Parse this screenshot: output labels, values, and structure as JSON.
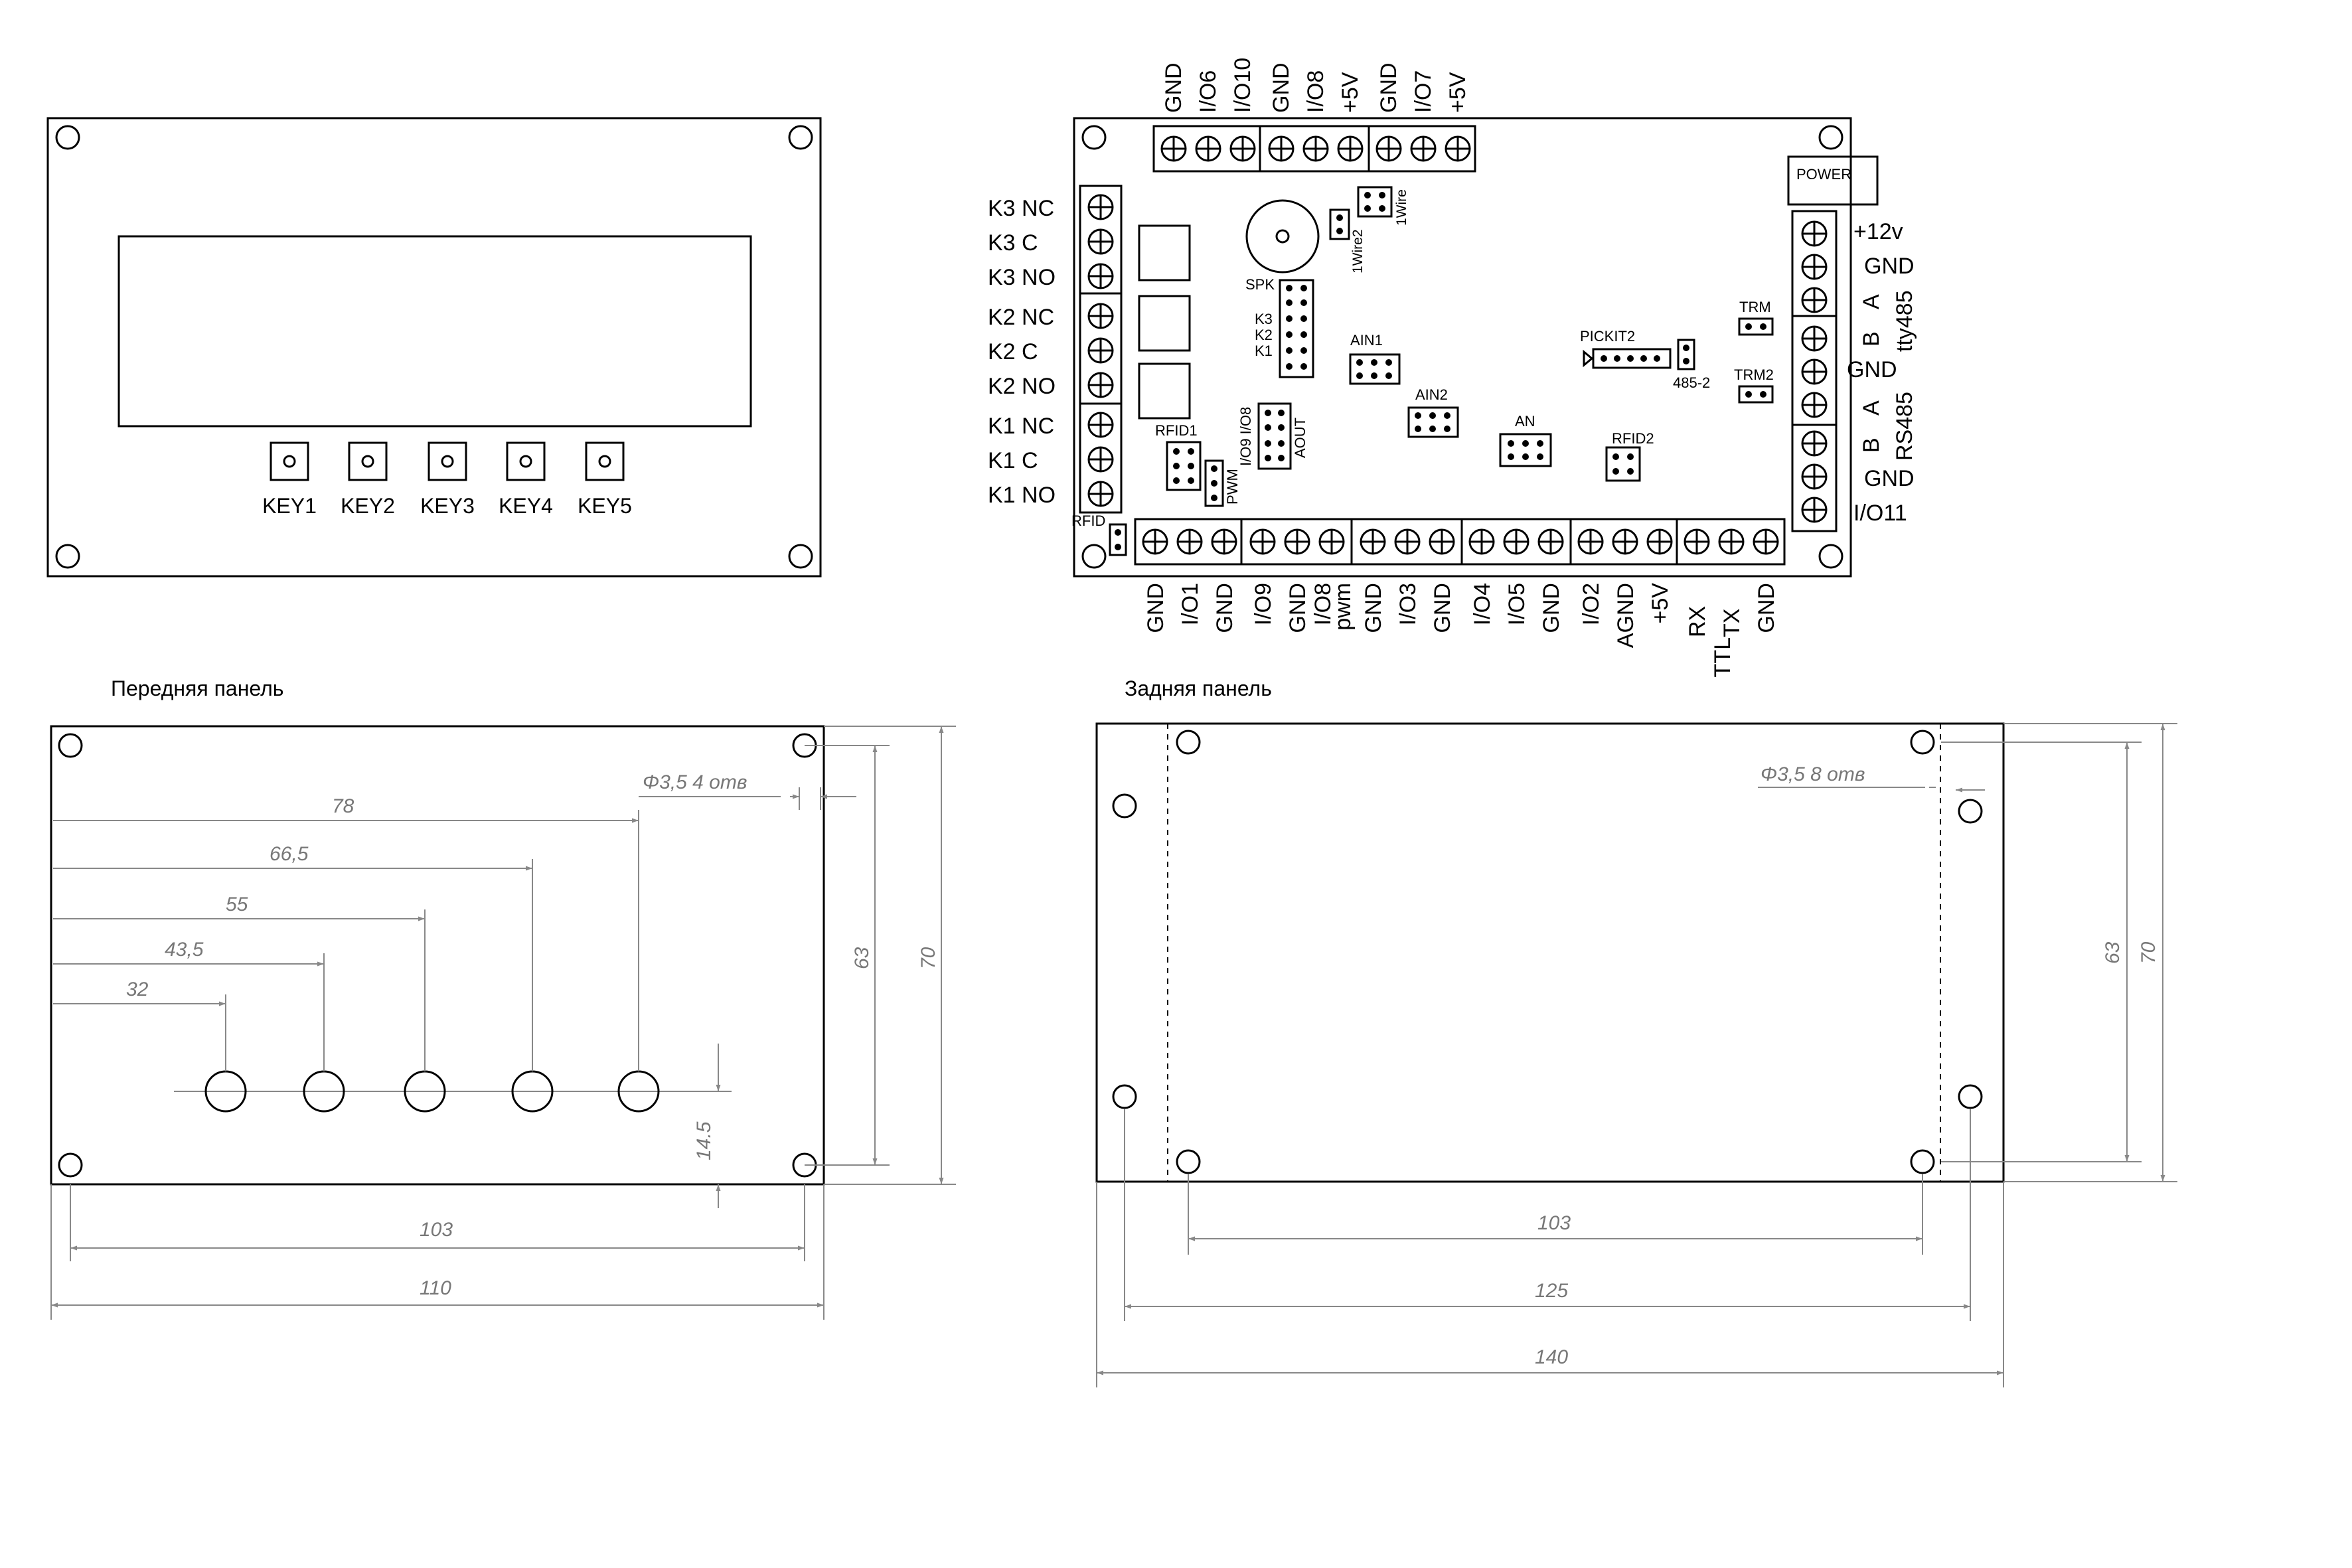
{
  "front_view": {
    "keys": [
      "KEY1",
      "KEY2",
      "KEY3",
      "KEY4",
      "KEY5"
    ],
    "caption": "Передняя панель"
  },
  "back_view": {
    "caption": "Задняя панель"
  },
  "board": {
    "top_terminals": [
      "GND",
      "I/O6",
      "I/O10",
      "GND",
      "I/O8",
      "+5V",
      "GND",
      "I/O7",
      "+5V"
    ],
    "bottom_terminals": [
      "GND",
      "I/O1",
      "GND",
      "I/O9",
      "GND",
      "I/O8",
      "pwm",
      "GND",
      "I/O3",
      "GND",
      "I/O4",
      "I/O5",
      "GND",
      "I/O2",
      "AGND",
      "+5V",
      "RX",
      "TTL",
      "TX",
      "GND"
    ],
    "left_terminals": [
      "K3 NC",
      "K3 C",
      "K3 NO",
      "K2 NC",
      "K2 C",
      "K2 NO",
      "K1 NC",
      "K1 C",
      "K1 NO"
    ],
    "right_terminals": [
      "+12v",
      "GND",
      "A",
      "B",
      "GND",
      "A",
      "B",
      "GND",
      "I/O11"
    ],
    "bus_labels": [
      "tty485",
      "RS485"
    ],
    "components": {
      "power": "POWER",
      "onewire": "1Wire",
      "onewire2": "1Wire2",
      "spk": "SPK",
      "relays": [
        "K3",
        "K2",
        "K1"
      ],
      "io9_io8": "I/O9 I/O8",
      "aout": "AOUT",
      "rfid1": "RFID1",
      "pwm": "PWM",
      "rfid": "RFID",
      "ain1": "AIN1",
      "ain2": "AIN2",
      "an": "AN",
      "rfid2": "RFID2",
      "pickit2": "PICKIT2",
      "jumper_485_2": "485-2",
      "trm": "TRM",
      "trm2": "TRM2"
    }
  },
  "front_drawing": {
    "key_offsets": [
      "32",
      "43,5",
      "55",
      "66,5",
      "78"
    ],
    "hole_note": "Φ3,5  4 отв",
    "height_inner": "63",
    "height_outer": "70",
    "key_height": "14.5",
    "width_inner": "103",
    "width_outer": "110"
  },
  "back_drawing": {
    "hole_note": "Φ3,5  8 отв",
    "height_inner": "63",
    "height_outer": "70",
    "width_inner": "103",
    "width_mid": "125",
    "width_outer": "140"
  }
}
